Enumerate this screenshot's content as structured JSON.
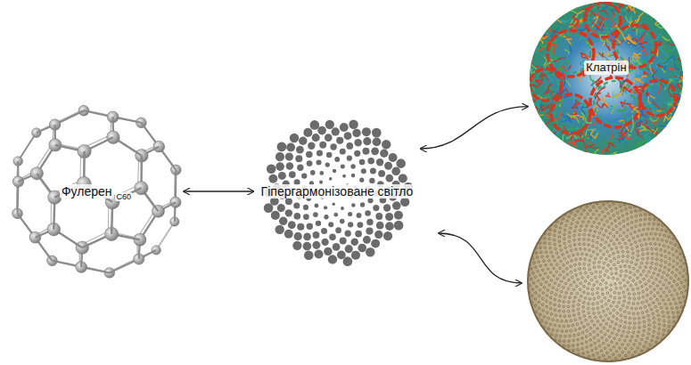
{
  "diagram": {
    "nodes": [
      {
        "text": [
          "Фулерен",
          "C60"
        ]
      },
      {
        "text": [
          "Гіпергармонізоване світло"
        ]
      },
      {
        "text": [
          "Клатрін"
        ]
      }
    ],
    "edges": [
      {
        "from": 0,
        "to": 1,
        "arrow": "both"
      },
      {
        "from": 1,
        "to": 2,
        "arrow": "both"
      }
    ]
  }
}
